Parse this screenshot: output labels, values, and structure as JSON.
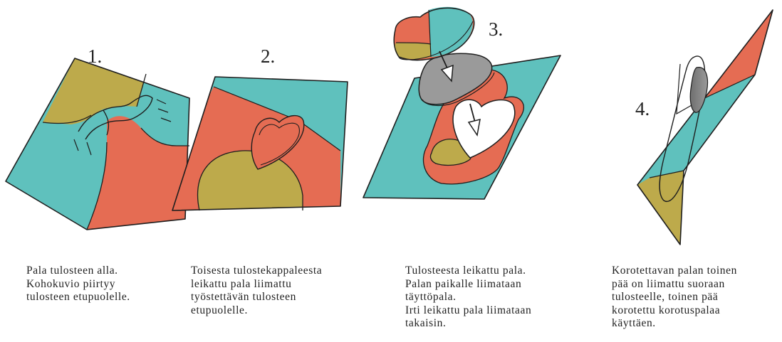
{
  "colors": {
    "teal": "#5fc1bd",
    "orange": "#e56c53",
    "olive": "#bdaa4b",
    "gray": "#9a9a9a",
    "outline": "#1e1e1e"
  },
  "steps": [
    {
      "number": "1.",
      "caption": [
        "Pala tulosteen alla.",
        "Kohokuvio piirtyy",
        "tulosteen etupuolelle."
      ]
    },
    {
      "number": "2.",
      "caption": [
        "Toisesta tulostekappaleesta",
        "leikattu pala liimattu",
        "työstettävän tulosteen",
        "etupuolelle."
      ]
    },
    {
      "number": "3.",
      "caption": [
        "Tulosteesta leikattu pala.",
        "Palan paikalle liimataan",
        "täyttöpala.",
        "Irti leikattu pala liimataan",
        "takaisin."
      ]
    },
    {
      "number": "4.",
      "caption": [
        "Korotettavan palan toinen",
        "pää on liimattu suoraan",
        "tulosteelle, toinen pää",
        "korotettu korotuspalaa",
        "käyttäen."
      ]
    }
  ]
}
